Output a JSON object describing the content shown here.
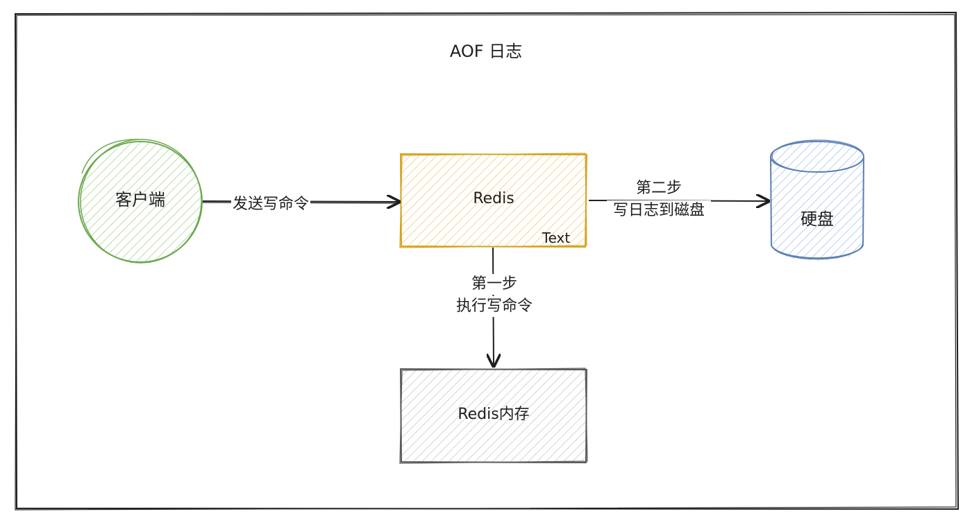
{
  "diagram": {
    "title": "AOF 日志",
    "nodes": {
      "client": {
        "label": "客户端",
        "shape": "circle",
        "color": "#6ca84f",
        "fill": "#d6ecc8"
      },
      "redis": {
        "label": "Redis",
        "sub_label": "Text",
        "shape": "rectangle",
        "color": "#d7a21c",
        "fill": "#fbe4b0"
      },
      "disk": {
        "label": "硬盘",
        "shape": "cylinder",
        "color": "#5b7fb3",
        "fill": "#d3e0f3"
      },
      "memory": {
        "label": "Redis内存",
        "shape": "rectangle",
        "color": "#5a5a5a",
        "fill": "#e3e3e3"
      }
    },
    "edges": [
      {
        "from": "client",
        "to": "redis",
        "label_lines": [
          "发送写命令"
        ]
      },
      {
        "from": "redis",
        "to": "disk",
        "label_lines": [
          "第二步",
          "写日志到磁盘"
        ]
      },
      {
        "from": "redis",
        "to": "memory",
        "label_lines": [
          "第一步",
          "执行写命令"
        ]
      }
    ]
  }
}
